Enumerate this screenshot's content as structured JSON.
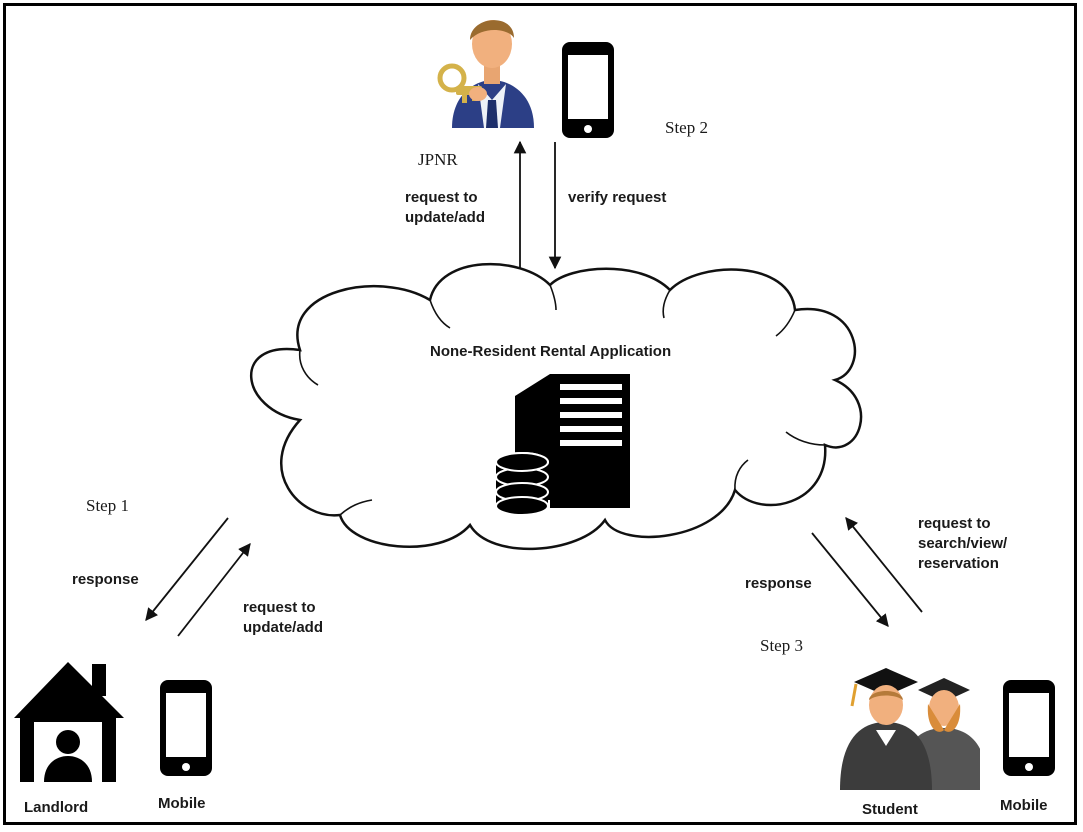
{
  "colors": {
    "stroke": "#111111",
    "icon": "#000000",
    "skin": "#f1b07e",
    "jacket": "#2c3f86",
    "key": "#d4b24a",
    "gown": "#3c3c3c"
  },
  "icons": {
    "jpnr": "officer-with-keys-icon",
    "phones": "mobile-phone-icon",
    "landlord": "house-person-icon",
    "student": "graduates-icon",
    "server": "server-database-icon",
    "cloud": "cloud-shape"
  },
  "cloud_title": "None-Resident Rental Application",
  "steps": {
    "step1": "Step 1",
    "step2": "Step 2",
    "step3": "Step 3"
  },
  "jpnr": {
    "label": "JPNR",
    "request": [
      "request to",
      "update/add"
    ],
    "verify": "verify request"
  },
  "landlord": {
    "label": "Landlord",
    "mobile": "Mobile",
    "response": "response",
    "request": [
      "request to",
      "update/add"
    ]
  },
  "student": {
    "label": "Student",
    "mobile": "Mobile",
    "response": "response",
    "request": [
      "request to",
      "search/view/",
      "reservation"
    ]
  }
}
